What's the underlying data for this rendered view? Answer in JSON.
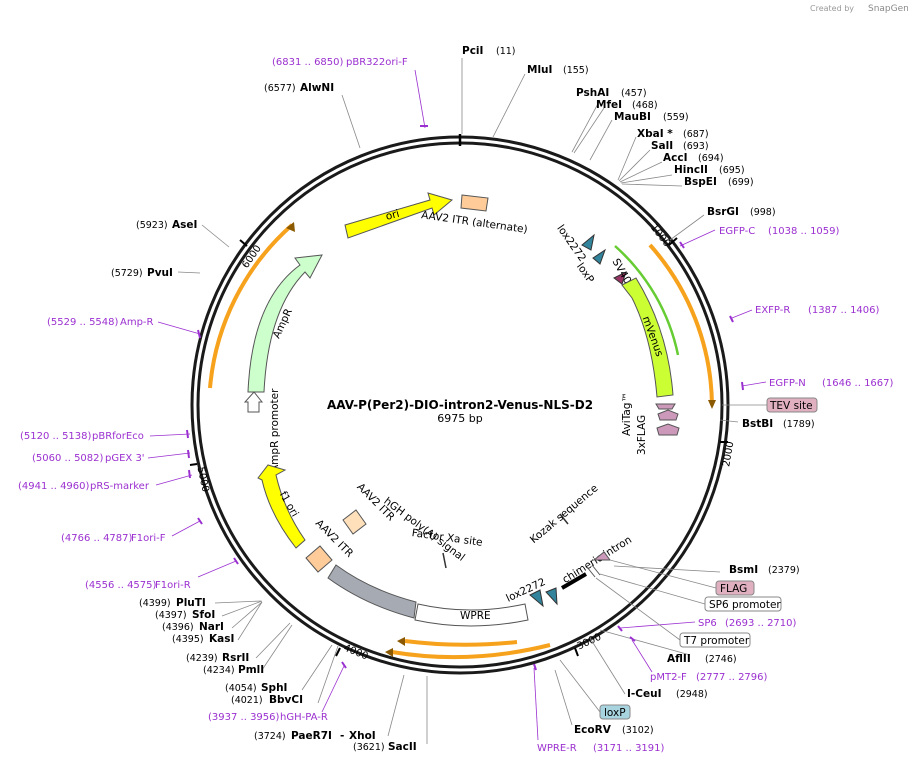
{
  "branding": {
    "created_by": "Created by",
    "product": "SnapGene"
  },
  "plasmid": {
    "name": "AAV-P(Per2)-DIO-intron2-Venus-NLS-D2",
    "size": "6975 bp"
  },
  "ticks": [
    "1000",
    "2000",
    "3000",
    "4000",
    "5000",
    "6000"
  ],
  "sites": {
    "PciI": {
      "name": "PciI",
      "pos": "(11)"
    },
    "MluI": {
      "name": "MluI",
      "pos": "(155)"
    },
    "PshAI": {
      "name": "PshAI",
      "pos": "(457)"
    },
    "MfeI": {
      "name": "MfeI",
      "pos": "(468)"
    },
    "MauBI": {
      "name": "MauBI",
      "pos": "(559)"
    },
    "XbaI": {
      "name": "XbaI *",
      "pos": "(687)"
    },
    "SalI": {
      "name": "SalI",
      "pos": "(693)"
    },
    "AccI": {
      "name": "AccI",
      "pos": "(694)"
    },
    "HincII": {
      "name": "HincII",
      "pos": "(695)"
    },
    "BspEI": {
      "name": "BspEI",
      "pos": "(699)"
    },
    "BsrGI": {
      "name": "BsrGI",
      "pos": "(998)"
    },
    "BstBI": {
      "name": "BstBI",
      "pos": "(1789)"
    },
    "BsmI": {
      "name": "BsmI",
      "pos": "(2379)"
    },
    "AflII": {
      "name": "AflII",
      "pos": "(2746)"
    },
    "ICeuI": {
      "name": "I-CeuI",
      "pos": "(2948)"
    },
    "EcoRV": {
      "name": "EcoRV",
      "pos": "(3102)"
    },
    "SacII": {
      "name": "SacII",
      "pos": "(3621)"
    },
    "XhoI": {
      "name": "XhoI",
      "pos": "(3724)"
    },
    "PaeR7I": {
      "name": "PaeR7I",
      "pos": "(3724)"
    },
    "BbvCI": {
      "name": "BbvCI",
      "pos": "(4021)"
    },
    "SphI": {
      "name": "SphI",
      "pos": "(4054)"
    },
    "PmlI": {
      "name": "PmlI",
      "pos": "(4234)"
    },
    "RsrII": {
      "name": "RsrII",
      "pos": "(4239)"
    },
    "KasI": {
      "name": "KasI",
      "pos": "(4395)"
    },
    "NarI": {
      "name": "NarI",
      "pos": "(4396)"
    },
    "SfoI": {
      "name": "SfoI",
      "pos": "(4397)"
    },
    "PluTI": {
      "name": "PluTI",
      "pos": "(4399)"
    },
    "PvuI": {
      "name": "PvuI",
      "pos": "(5729)"
    },
    "AseI": {
      "name": "AseI",
      "pos": "(5923)"
    },
    "AlwNI": {
      "name": "AlwNI",
      "pos": "(6577)"
    }
  },
  "primers": {
    "pBR322oriF": {
      "name": "pBR322ori-F",
      "pos": "(6831 .. 6850)"
    },
    "EGFPC": {
      "name": "EGFP-C",
      "pos": "(1038 .. 1059)"
    },
    "EXFPR": {
      "name": "EXFP-R",
      "pos": "(1387 .. 1406)"
    },
    "EGFPN": {
      "name": "EGFP-N",
      "pos": "(1646 .. 1667)"
    },
    "SP6": {
      "name": "SP6",
      "pos": "(2693 .. 2710)"
    },
    "pMT2F": {
      "name": "pMT2-F",
      "pos": "(2777 .. 2796)"
    },
    "WPRER": {
      "name": "WPRE-R",
      "pos": "(3171 .. 3191)"
    },
    "hGHPAR": {
      "name": "hGH-PA-R",
      "pos": "(3937 .. 3956)"
    },
    "F1oriR": {
      "name": "F1ori-R",
      "pos": "(4556 .. 4575)"
    },
    "F1oriF": {
      "name": "F1ori-F",
      "pos": "(4766 .. 4787)"
    },
    "pRSmarker": {
      "name": "pRS-marker",
      "pos": "(4941 .. 4960)"
    },
    "pGEX3": {
      "name": "pGEX 3'",
      "pos": "(5060 .. 5082)"
    },
    "pBRforEco": {
      "name": "pBRforEco",
      "pos": "(5120 .. 5138)"
    },
    "AmpR": {
      "name": "Amp-R",
      "pos": "(5529 .. 5548)"
    }
  },
  "boxes": {
    "TEV": "TEV site",
    "FLAG": "FLAG",
    "SP6prom": "SP6 promoter",
    "T7prom": "T7 promoter",
    "loxP": "loxP"
  },
  "features": {
    "ori": "ori",
    "itr_alt": "AAV2 ITR (alternate)",
    "lox2272_top": "lox2272",
    "loxP_top": "loxP",
    "sv40": "SV40 NLS",
    "mvenus": "mVenus",
    "avitag": "AviTag™",
    "flag3x": "3xFLAG",
    "ampr": "AmpR",
    "ampr_prom": "AmpR promoter",
    "f1ori": "f1 ori",
    "itr1": "AAV2 ITR",
    "itr2": "AAV2 ITR",
    "hgh": "hGH poly(A) signal",
    "factorxa": "Factor Xa site",
    "wpre": "WPRE",
    "kozak": "Kozak sequence",
    "chimeric": "chimeric intron",
    "lox2272_bot": "lox2272"
  },
  "colors": {
    "ori": "#ffff00",
    "ampr": "#ccffcc",
    "f1ori": "#ffff00",
    "mvenus": "#ccff33",
    "itr": "#ffcc99",
    "lox": "#31849b",
    "primer": "#9b30d0",
    "orf": "#f7a21c",
    "sv40": "#993366",
    "flag": "#cc99bb",
    "hgh": "#a6abb3"
  }
}
